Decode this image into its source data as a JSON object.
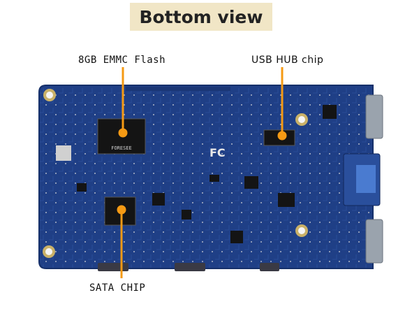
{
  "title": "Bottom view",
  "labels": {
    "emmc": "8GB EMMC Flash",
    "usb_hub": "USB HUB chip",
    "sata": "SATA CHIP"
  },
  "chip_text": {
    "emmc_brand": "FORESEE",
    "ce_mark": "FC"
  },
  "colors": {
    "title_bg": "#f1e6c6",
    "board": "#1f3f86",
    "board_dark": "#16306a",
    "pointer": "#f59a14",
    "chip": "#141414",
    "gold": "#c9b168"
  }
}
